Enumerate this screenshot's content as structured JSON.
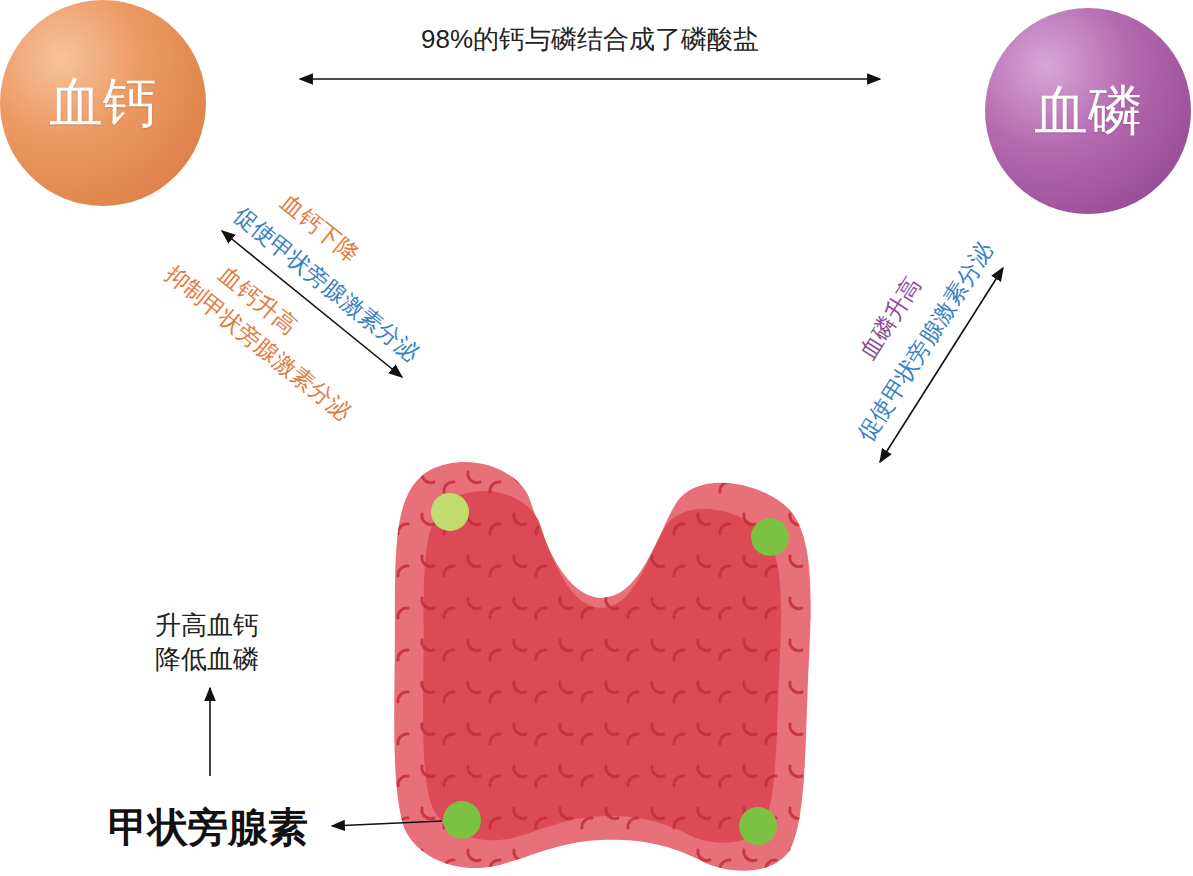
{
  "diagram": {
    "nodes": [
      {
        "text": [
          "血钙"
        ]
      },
      {
        "text": [
          "血磷"
        ]
      }
    ],
    "edges": [
      {
        "from": 0,
        "to": 1,
        "arrow": "both",
        "label": "98%的钙与磷结合成了磷酸盐"
      }
    ],
    "labels": [
      "血钙下降",
      "促使甲状旁腺激素分泌",
      "血钙升高",
      "抑制甲状旁腺激素分泌",
      "血磷升高",
      "促使甲状旁腺激素分泌",
      "升高血钙 降低血磷",
      "甲状旁腺素"
    ]
  }
}
